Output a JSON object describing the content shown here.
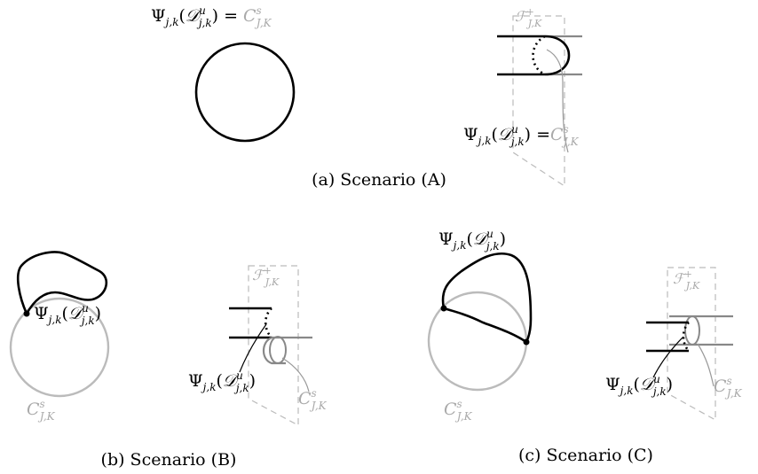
{
  "labels": {
    "psi": "Ψ",
    "psi_sub": "j,k",
    "domain": "𝒟",
    "domain_sup": "u",
    "domain_sub": "j,k",
    "curve": "C",
    "curve_sup": "s",
    "curve_sub": "J,K",
    "surface": "ℱ",
    "surface_sup": "+",
    "surface_sub": "J,K",
    "equals": "="
  },
  "captions": {
    "a": "(a) Scenario (A)",
    "b": "(b) Scenario (B)",
    "c": "(c) Scenario (C)"
  },
  "colors": {
    "primary": "#000000",
    "secondary": "#aaaaaa"
  }
}
